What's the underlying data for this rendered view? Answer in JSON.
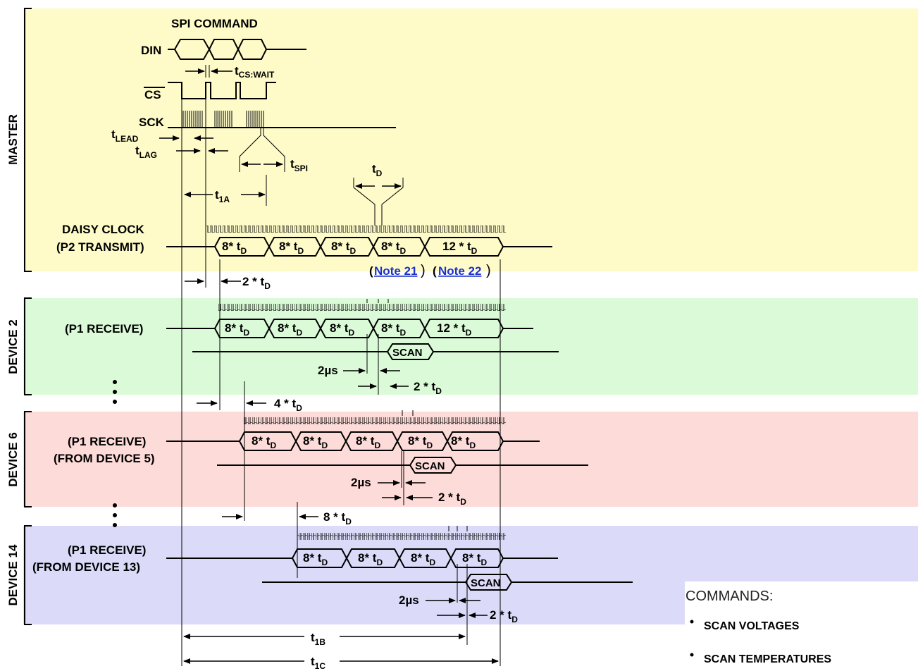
{
  "sections": {
    "master": "MASTER",
    "device2": "DEVICE 2",
    "device6": "DEVICE 6",
    "device14": "DEVICE 14"
  },
  "colors": {
    "master_bg": "#fefbc9",
    "device2_bg": "#dbfbd8",
    "device6_bg": "#fddbd9",
    "device14_bg": "#dbdbf9"
  },
  "signals": {
    "spi_command": "SPI COMMAND",
    "din": "DIN",
    "cs": "CS",
    "sck": "SCK",
    "daisy_clock": "DAISY CLOCK",
    "p2_transmit": "(P2 TRANSMIT)",
    "p1_receive": "(P1 RECEIVE)",
    "from_device5": "(FROM DEVICE 5)",
    "from_device13": "(FROM DEVICE 13)"
  },
  "timing": {
    "t": "t",
    "cs_wait_sub": "CS:WAIT",
    "lead_sub": "LEAD",
    "lag_sub": "LAG",
    "spi_sub": "SPI",
    "d_sub": "D",
    "a1_sub": "1A",
    "b1_sub": "1B",
    "c1_sub": "1C",
    "eight_td": "8* t",
    "twelve_td": "12 * t",
    "two_td": "2 * t",
    "four_td": "4 * t",
    "eight_td_delay": "8 * t",
    "two_us": "2µs",
    "scan": "SCAN"
  },
  "notes": {
    "note21": "Note 21",
    "note22": "Note 22"
  },
  "commands": {
    "heading": "COMMANDS:",
    "items": [
      "SCAN VOLTAGES",
      "SCAN TEMPERATURES"
    ]
  },
  "dots": "⋮"
}
